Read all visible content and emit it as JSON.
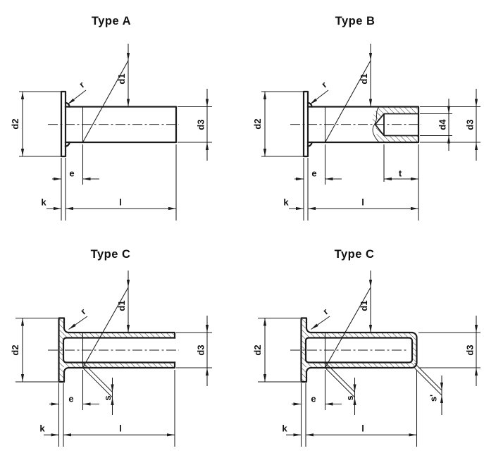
{
  "page": {
    "background": "#ffffff",
    "line_color": "#1c1c1c",
    "text_color": "#111111"
  },
  "figures": [
    {
      "id": "type-a",
      "title": "Type A",
      "labels": {
        "d1": "d1",
        "d2": "d2",
        "d3": "d3",
        "r": "r",
        "e": "e",
        "k": "k",
        "l": "l"
      }
    },
    {
      "id": "type-b",
      "title": "Type B",
      "labels": {
        "d1": "d1",
        "d2": "d2",
        "d3": "d3",
        "d4": "d4",
        "r": "r",
        "e": "e",
        "k": "k",
        "l": "l",
        "t": "t"
      }
    },
    {
      "id": "type-c-open",
      "title": "Type C",
      "labels": {
        "d1": "d1",
        "d2": "d2",
        "d3": "d3",
        "r": "r",
        "e": "e",
        "k": "k",
        "l": "l",
        "s": "s"
      }
    },
    {
      "id": "type-c-closed",
      "title": "Type C",
      "labels": {
        "d1": "d1",
        "d2": "d2",
        "d3": "d3",
        "r": "r",
        "e": "e",
        "k": "k",
        "l": "l",
        "s": "s",
        "s1": "s'"
      }
    }
  ]
}
